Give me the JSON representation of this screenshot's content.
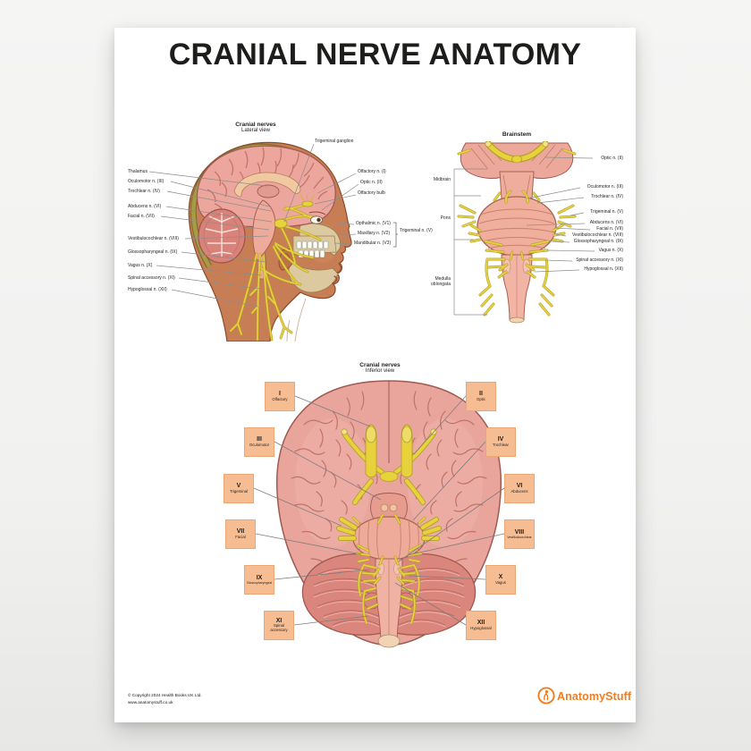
{
  "poster": {
    "title": "CRANIAL NERVE ANATOMY",
    "footer": {
      "copyright_line1": "© Copyright 2024 Health Books UK Ltd.",
      "copyright_line2": "www.anatomystuff.co.uk",
      "brand_name": "AnatomyStuff"
    },
    "colors": {
      "accent_orange": "#f07d22",
      "label_box_peach": "#f6bd92",
      "nerve_yellow": "#e8d23c",
      "brain_pink": "#e9a59c"
    }
  },
  "lateral_view": {
    "title": "Cranial nerves",
    "subtitle": "Lateral view",
    "left_labels": [
      "Thalamus",
      "Oculomotor n. (III)",
      "Trochlear n. (IV)",
      "Abducens n. (VI)",
      "Facial n. (VII)",
      "Vestibulocochlear n. (VIII)",
      "Glossopharyngeal n. (IX)",
      "Vagus n. (X)",
      "Spinal accessory n. (XI)",
      "Hypoglossal n. (XII)"
    ],
    "top_label": "Trigeminal ganglion",
    "right_labels": [
      "Olfactory n. (I)",
      "Optic n. (II)",
      "Olfactory bulb"
    ],
    "trigeminal_branches": [
      "Opthalmic n. (V1)",
      "Maxillary n. (V2)",
      "Mandibular n. (V3)"
    ],
    "trigeminal_bracket_label": "Trigeminal n. (V)"
  },
  "brainstem_view": {
    "title": "Brainstem",
    "region_labels": [
      "Midbrain",
      "Pons",
      "Medulla oblongata"
    ],
    "nerve_labels": [
      "Optic n. (II)",
      "Oculomotor n. (III)",
      "Trochlear n. (IV)",
      "Trigeminal n. (V)",
      "Abducens n. (VI)",
      "Facial n. (VII)",
      "Vestibulocochlear n. (VIII)",
      "Glossopharyngeal n. (IX)",
      "Vagus n. (X)",
      "Spinal accessory n. (XI)",
      "Hypoglossal n. (XII)"
    ]
  },
  "inferior_view": {
    "title": "Cranial nerves",
    "subtitle": "Inferior view",
    "left_boxes": [
      {
        "numeral": "I",
        "name": "Olfactory"
      },
      {
        "numeral": "III",
        "name": "Oculomotor"
      },
      {
        "numeral": "V",
        "name": "Trigeminal"
      },
      {
        "numeral": "VII",
        "name": "Facial"
      },
      {
        "numeral": "IX",
        "name": "Glossopharyngeal"
      },
      {
        "numeral": "XI",
        "name": "Spinal accessory"
      }
    ],
    "right_boxes": [
      {
        "numeral": "II",
        "name": "Optic"
      },
      {
        "numeral": "IV",
        "name": "Trochlear"
      },
      {
        "numeral": "VI",
        "name": "Abducens"
      },
      {
        "numeral": "VIII",
        "name": "Vestibulocochlear"
      },
      {
        "numeral": "X",
        "name": "Vagus"
      },
      {
        "numeral": "XII",
        "name": "Hypoglossal"
      }
    ]
  }
}
